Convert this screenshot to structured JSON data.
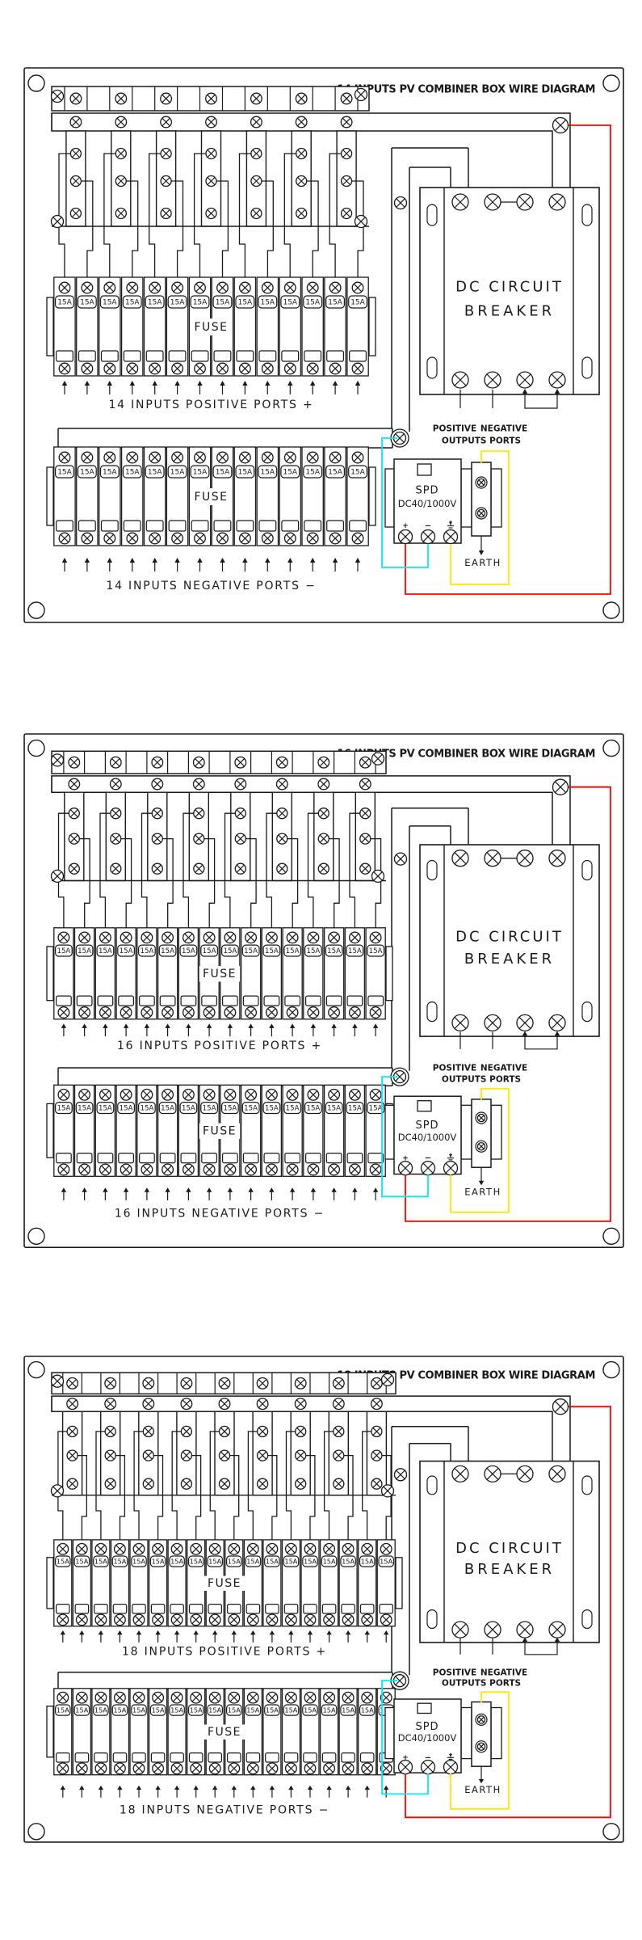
{
  "document": {
    "kind": "PV combiner box wiring diagram sheet",
    "page_bg": "#ffffff"
  },
  "colors": {
    "line": "#1a1a1a",
    "title_cyan": "#00d9e0",
    "wire_red": "#ff0000",
    "wire_cyan": "#00eeee",
    "wire_yellow": "#ffe800"
  },
  "common": {
    "fuse_rating": "15A",
    "fuse_label": "FUSE",
    "breaker_line1": "DC  CIRCUIT",
    "breaker_line2": "BREAKER",
    "output_positive_word": "POSITIVE",
    "output_negative_word": "NEGATIVE",
    "output_ports_words": "OUTPUTS PORTS",
    "spd_name": "SPD",
    "spd_rating": "DC40/1000V",
    "earth_label": "EARTH",
    "plus_mark": "+",
    "minus_mark": "−"
  },
  "panels": [
    {
      "inputs": 14,
      "title": "14 INPUTS PV COMBINER BOX WIRE DIAGRAM",
      "positive_label": "14 INPUTS POSITIVE PORTS +",
      "negative_label": "14 INPUTS NEGATIVE PORTS −"
    },
    {
      "inputs": 16,
      "title": "16 INPUTS PV COMBINER BOX WIRE DIAGRAM",
      "positive_label": "16 INPUTS POSITIVE PORTS +",
      "negative_label": "16 INPUTS NEGATIVE PORTS −"
    },
    {
      "inputs": 18,
      "title": "18 INPUTS PV COMBINER BOX WIRE DIAGRAM",
      "positive_label": "18 INPUTS POSITIVE PORTS +",
      "negative_label": "18 INPUTS NEGATIVE PORTS −"
    }
  ]
}
